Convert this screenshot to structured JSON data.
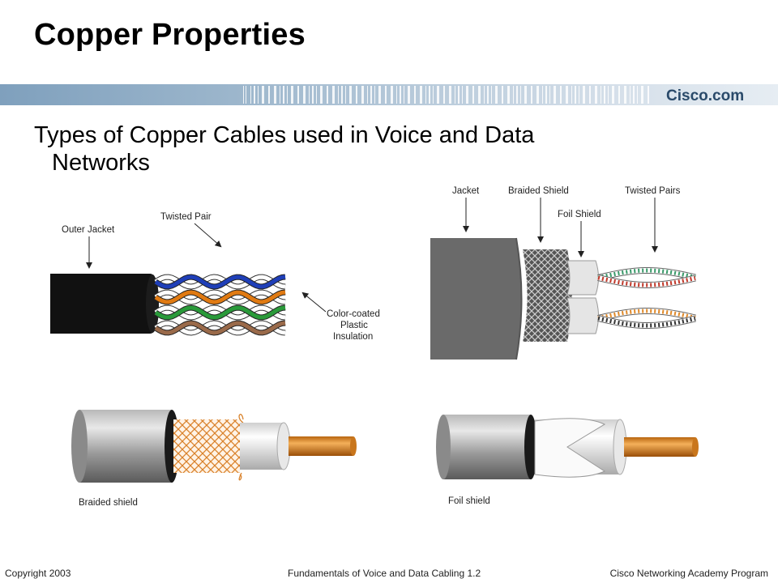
{
  "slide": {
    "title": "Copper Properties",
    "subtitle_line1": "Types of Copper Cables used in Voice and Data",
    "subtitle_line2": "Networks"
  },
  "banner": {
    "logo_text": "Cisco.com"
  },
  "figures": {
    "utp": {
      "outer_jacket": "Outer Jacket",
      "twisted_pair": "Twisted Pair",
      "insulation_l1": "Color-coated",
      "insulation_l2": "Plastic",
      "insulation_l3": "Insulation"
    },
    "stp": {
      "jacket": "Jacket",
      "braided_shield": "Braided Shield",
      "foil_shield": "Foil Shield",
      "twisted_pairs": "Twisted Pairs"
    },
    "coax_braided": {
      "label": "Braided shield"
    },
    "coax_foil": {
      "label": "Foil shield"
    }
  },
  "footer": {
    "left": "Copyright 2003",
    "center": "Fundamentals of Voice and Data Cabling 1.2",
    "right": "Cisco Networking Academy Program"
  }
}
